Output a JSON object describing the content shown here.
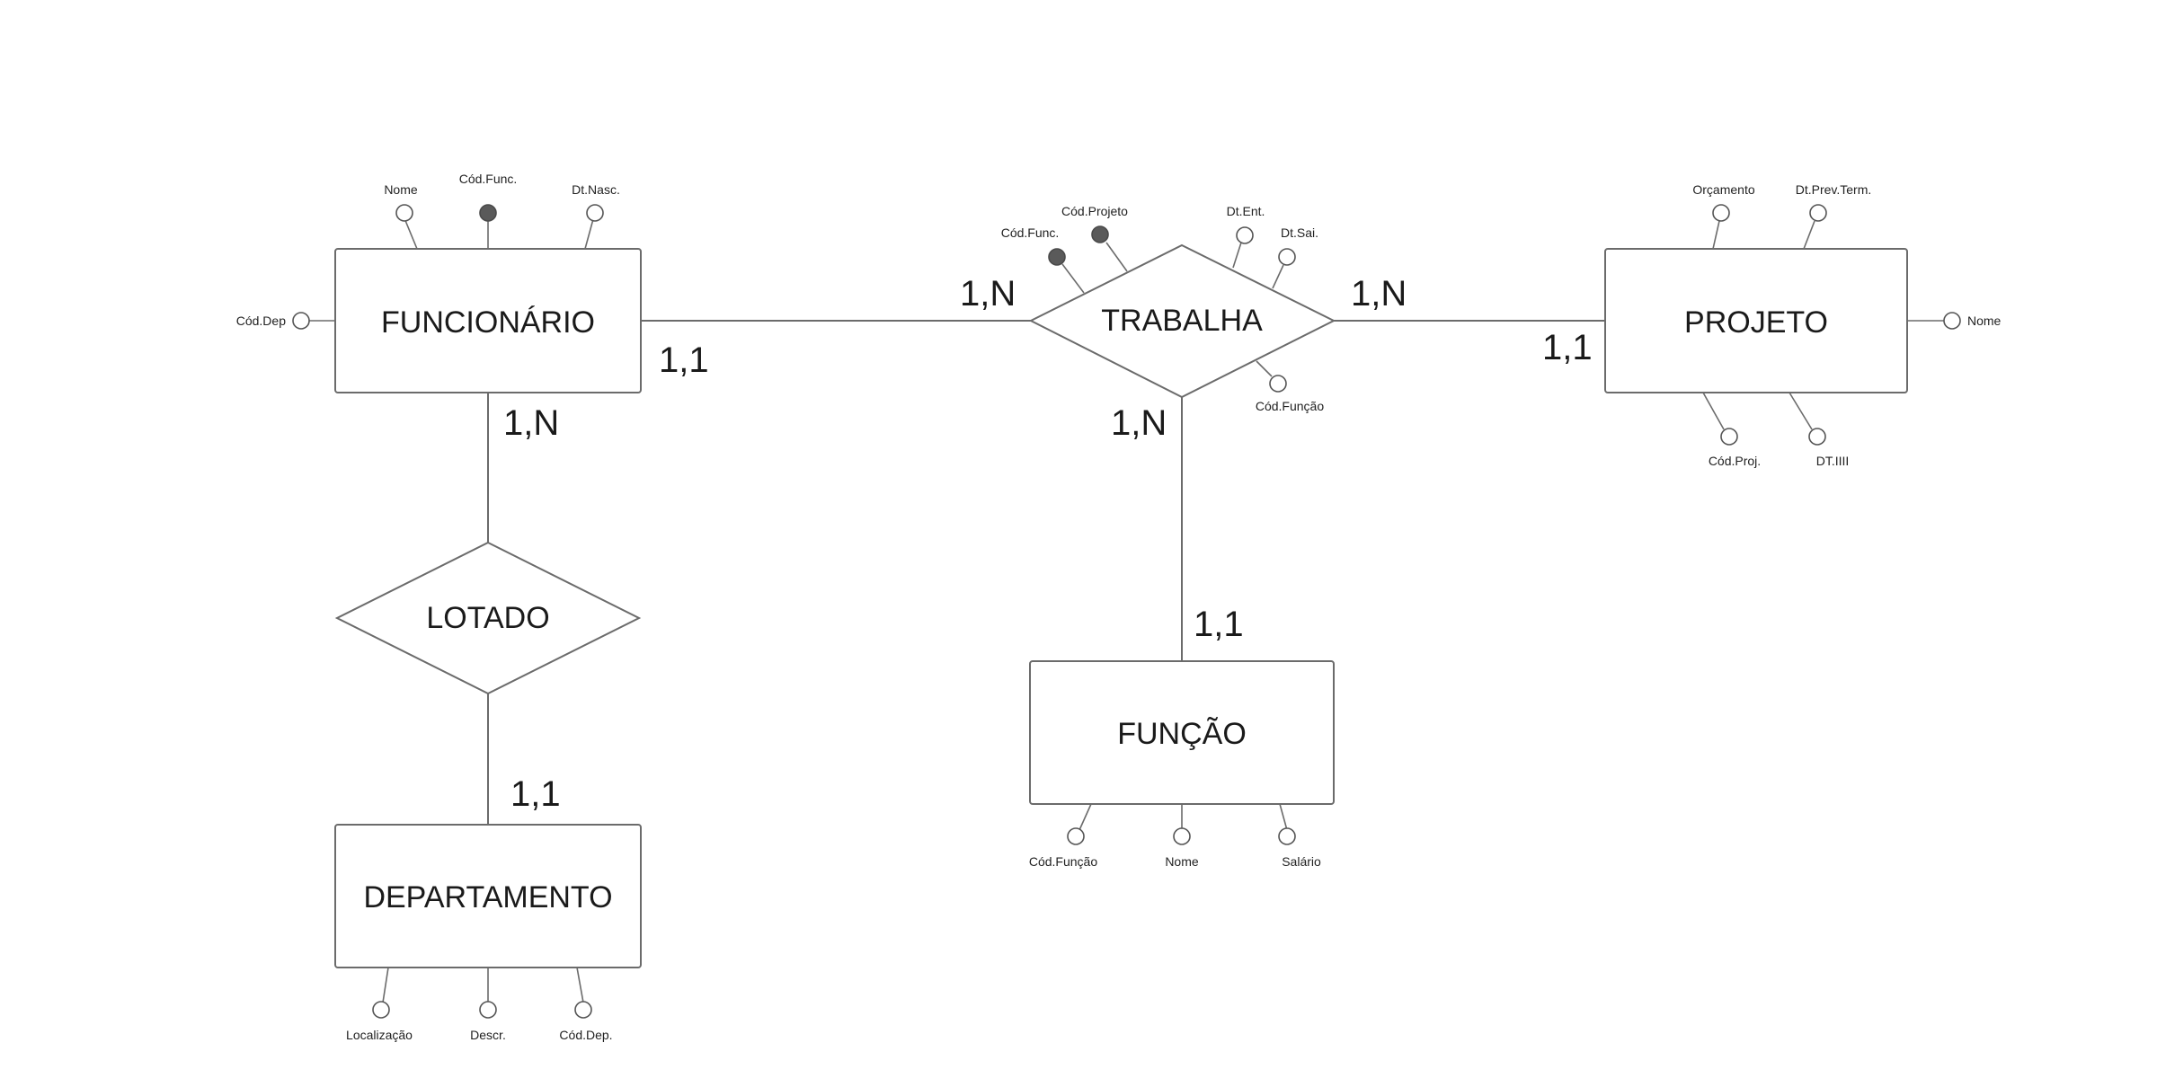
{
  "entities": {
    "funcionario": "FUNCIONÁRIO",
    "departamento": "DEPARTAMENTO",
    "projeto": "PROJETO",
    "funcao": "FUNÇÃO"
  },
  "relationships": {
    "lotado": "LOTADO",
    "trabalha": "TRABALHA"
  },
  "cardinalities": {
    "funcionario_trabalha": "1,1",
    "trabalha_funcionario": "1,N",
    "trabalha_projeto": "1,N",
    "projeto_trabalha": "1,1",
    "funcionario_lotado": "1,N",
    "lotado_departamento": "1,1",
    "trabalha_funcao": "1,N",
    "funcao_trabalha": "1,1"
  },
  "attributes": {
    "funcionario": [
      {
        "label": "Nome",
        "key": false
      },
      {
        "label": "Cód.Func.",
        "key": true
      },
      {
        "label": "Dt.Nasc.",
        "key": false
      },
      {
        "label": "Cód.Dep",
        "key": false
      }
    ],
    "trabalha": [
      {
        "label": "Cód.Func.",
        "key": true
      },
      {
        "label": "Cód.Projeto",
        "key": true
      },
      {
        "label": "Dt.Ent.",
        "key": false
      },
      {
        "label": "Dt.Sai.",
        "key": false
      },
      {
        "label": "Cód.Função",
        "key": false
      }
    ],
    "projeto": [
      {
        "label": "Orçamento",
        "key": false
      },
      {
        "label": "Dt.Prev.Term.",
        "key": false
      },
      {
        "label": "Nome",
        "key": false
      },
      {
        "label": "Cód.Proj.",
        "key": false
      },
      {
        "label": "DT.IIII",
        "key": false
      }
    ],
    "funcao": [
      {
        "label": "Cód.Função",
        "key": false
      },
      {
        "label": "Nome",
        "key": false
      },
      {
        "label": "Salário",
        "key": false
      }
    ],
    "departamento": [
      {
        "label": "Localização",
        "key": false
      },
      {
        "label": "Descr.",
        "key": false
      },
      {
        "label": "Cód.Dep.",
        "key": false
      }
    ]
  }
}
